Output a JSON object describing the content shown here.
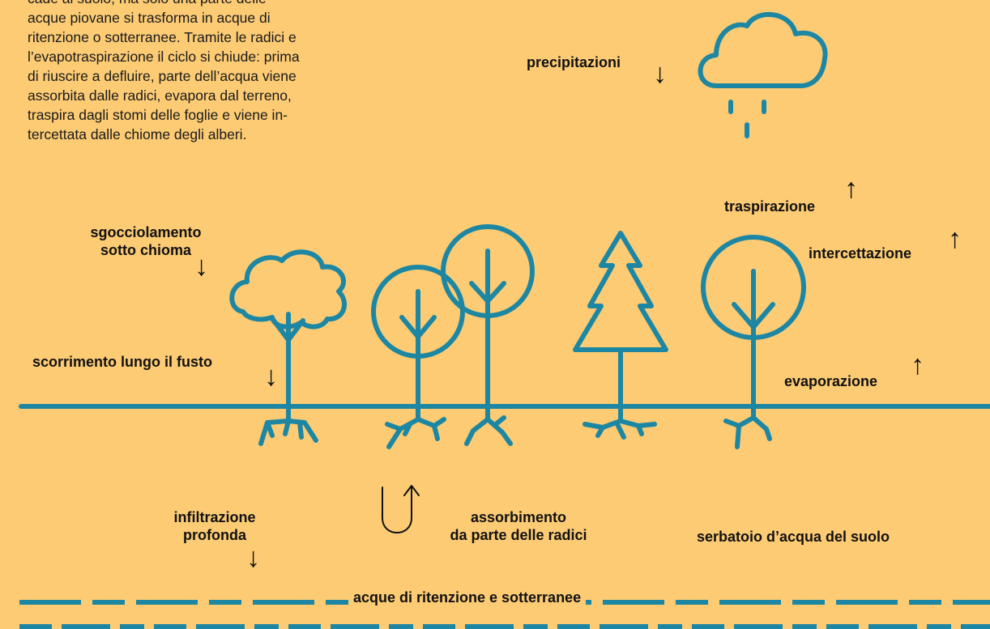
{
  "intro_lines": [
    "cade al suolo, ma solo una parte delle",
    "acque piovane si trasforma in acque di",
    "ritenzione o sotterranee. Tramite le radici e",
    "l’evapotraspirazione il ciclo si chiude: prima",
    "di riuscire a defluire, parte dell’acqua viene",
    "assorbita dalle radici, evapora dal terreno,",
    "traspira dagli stomi delle foglie e viene in-",
    "tercettata dalle chiome degli alberi."
  ],
  "labels": {
    "precipitation": "precipitazioni",
    "transpiration": "traspirazione",
    "interception": "intercettazione",
    "evaporation": "evaporazione",
    "dripping_1": "sgocciolamento",
    "dripping_2": "sotto chioma",
    "stemflow": "scorrimento lungo il fusto",
    "infiltration_1": "infiltrazione",
    "infiltration_2": "profonda",
    "absorption_1": "assorbimento",
    "absorption_2": "da parte delle radici",
    "soil_reservoir": "serbatoio d’acqua del suolo",
    "groundwater": "acque di ritenzione e sotterranee"
  },
  "arrows": {
    "down": "↓",
    "up": "↑"
  },
  "colors": {
    "background": "#FCCB74",
    "illustration": "#1D87A3",
    "text": "#111111"
  },
  "icons": [
    "cloud-icon",
    "cloud-tree-icon",
    "round-tree-icon",
    "conifer-tree-icon",
    "ground-line",
    "roots-icon",
    "u-turn-arrow-icon",
    "groundwater-dashed-line"
  ]
}
